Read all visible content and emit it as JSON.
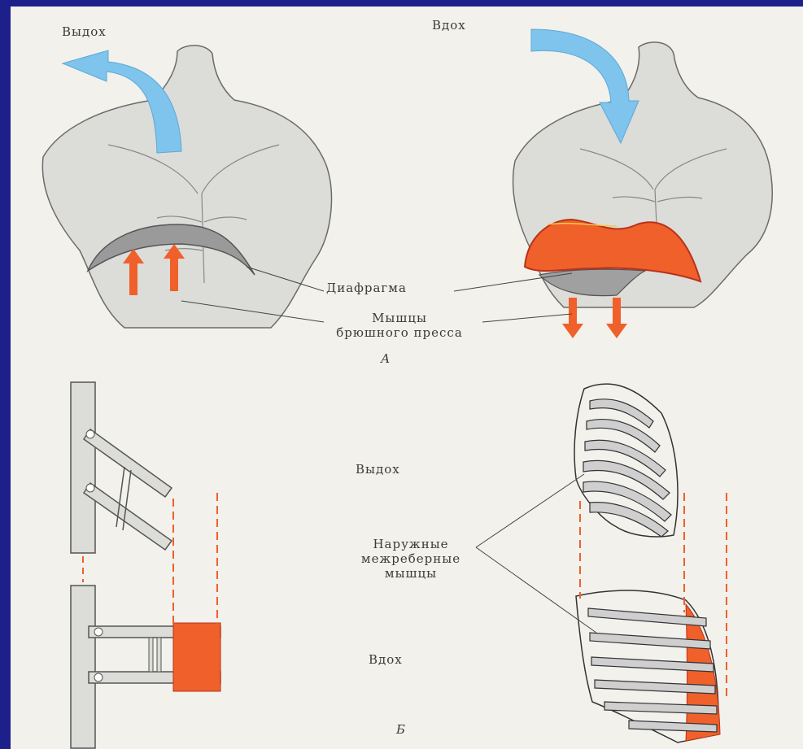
{
  "labels": {
    "exhale_top": "Выдох",
    "inhale_top": "Вдох",
    "diaphragm": "Диафрагма",
    "abdominal_line1": "Мышцы",
    "abdominal_line2": "брюшного пресса",
    "figure_a": "А",
    "exhale_mid": "Выдох",
    "intercostal_line1": "Наружные",
    "intercostal_line2": "межреберные",
    "intercostal_line3": "мышцы",
    "inhale_mid": "Вдох",
    "figure_b": "Б"
  },
  "colors": {
    "frame": "#1d1f8a",
    "background": "#f2f1ec",
    "air_arrow": "#7ec4ec",
    "muscle_active": "#f0602a",
    "diaphragm_relaxed": "#9a9a9a",
    "skin_shading": "#d4d4d0"
  }
}
